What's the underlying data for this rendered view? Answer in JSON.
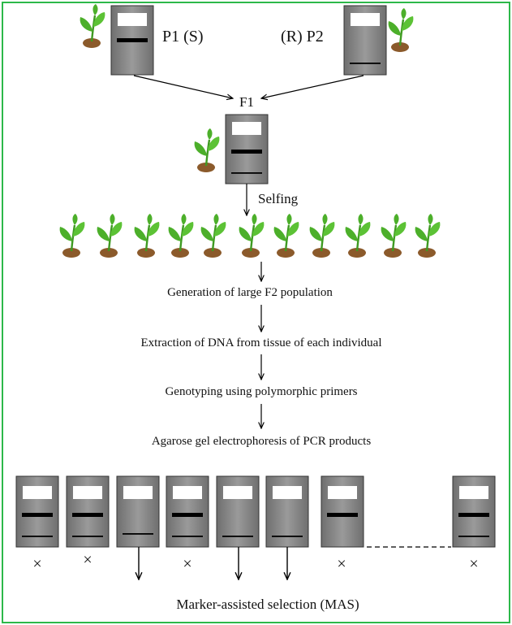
{
  "parents": {
    "p1_label": "P1 (S)",
    "p2_label": "(R) P2"
  },
  "f1_label": "F1",
  "selfing_label": "Selfing",
  "steps": [
    "Generation of large  F2 population",
    "Extraction of DNA from tissue of each individual",
    "Genotyping using polymorphic primers",
    "Agarose gel electrophoresis of PCR products"
  ],
  "selection_marks": [
    "×",
    "×",
    "×"
  ],
  "final_label": "Marker-assisted selection  (MAS)",
  "colors": {
    "border": "#2db84a",
    "gel": "#8c8c8c",
    "leaf": "#4caf2a",
    "soil": "#8b5a2b"
  }
}
